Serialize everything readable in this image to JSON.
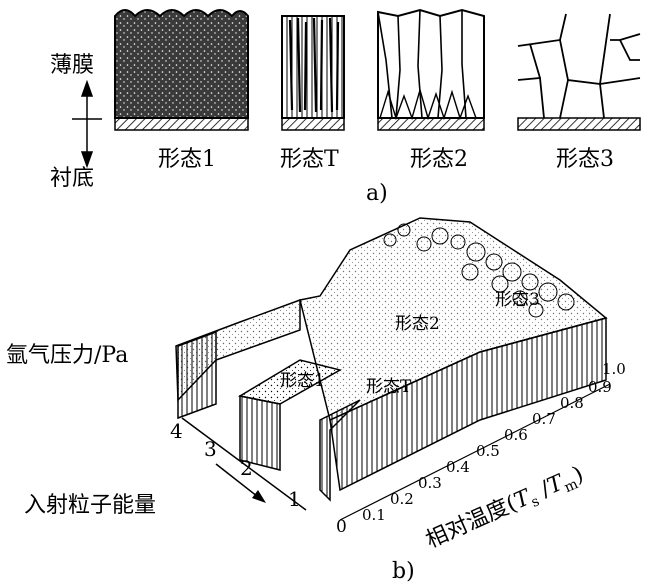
{
  "part_a": {
    "caption": "a)",
    "film_label": "薄膜",
    "substrate_label": "衬底",
    "forms": [
      "形态1",
      "形态T",
      "形态2",
      "形态3"
    ]
  },
  "part_b": {
    "caption": "b)",
    "pressure_axis": {
      "label": "氩气压力/Pa",
      "ticks": [
        "1",
        "2",
        "3",
        "4"
      ]
    },
    "energy_axis": {
      "label": "入射粒子能量"
    },
    "temperature_axis": {
      "label_prefix": "相对温度(",
      "label_ts": "T",
      "label_ts_sub": "s",
      "label_sep": " /",
      "label_tm": "T",
      "label_tm_sub": "m",
      "label_suffix": ")",
      "ticks": [
        "0",
        "0.1",
        "0.2",
        "0.3",
        "0.4",
        "0.5",
        "0.6",
        "0.7",
        "0.8",
        "0.9",
        "1.0"
      ]
    },
    "zone_labels": [
      "形态1",
      "形态T",
      "形态2",
      "形态3"
    ]
  }
}
